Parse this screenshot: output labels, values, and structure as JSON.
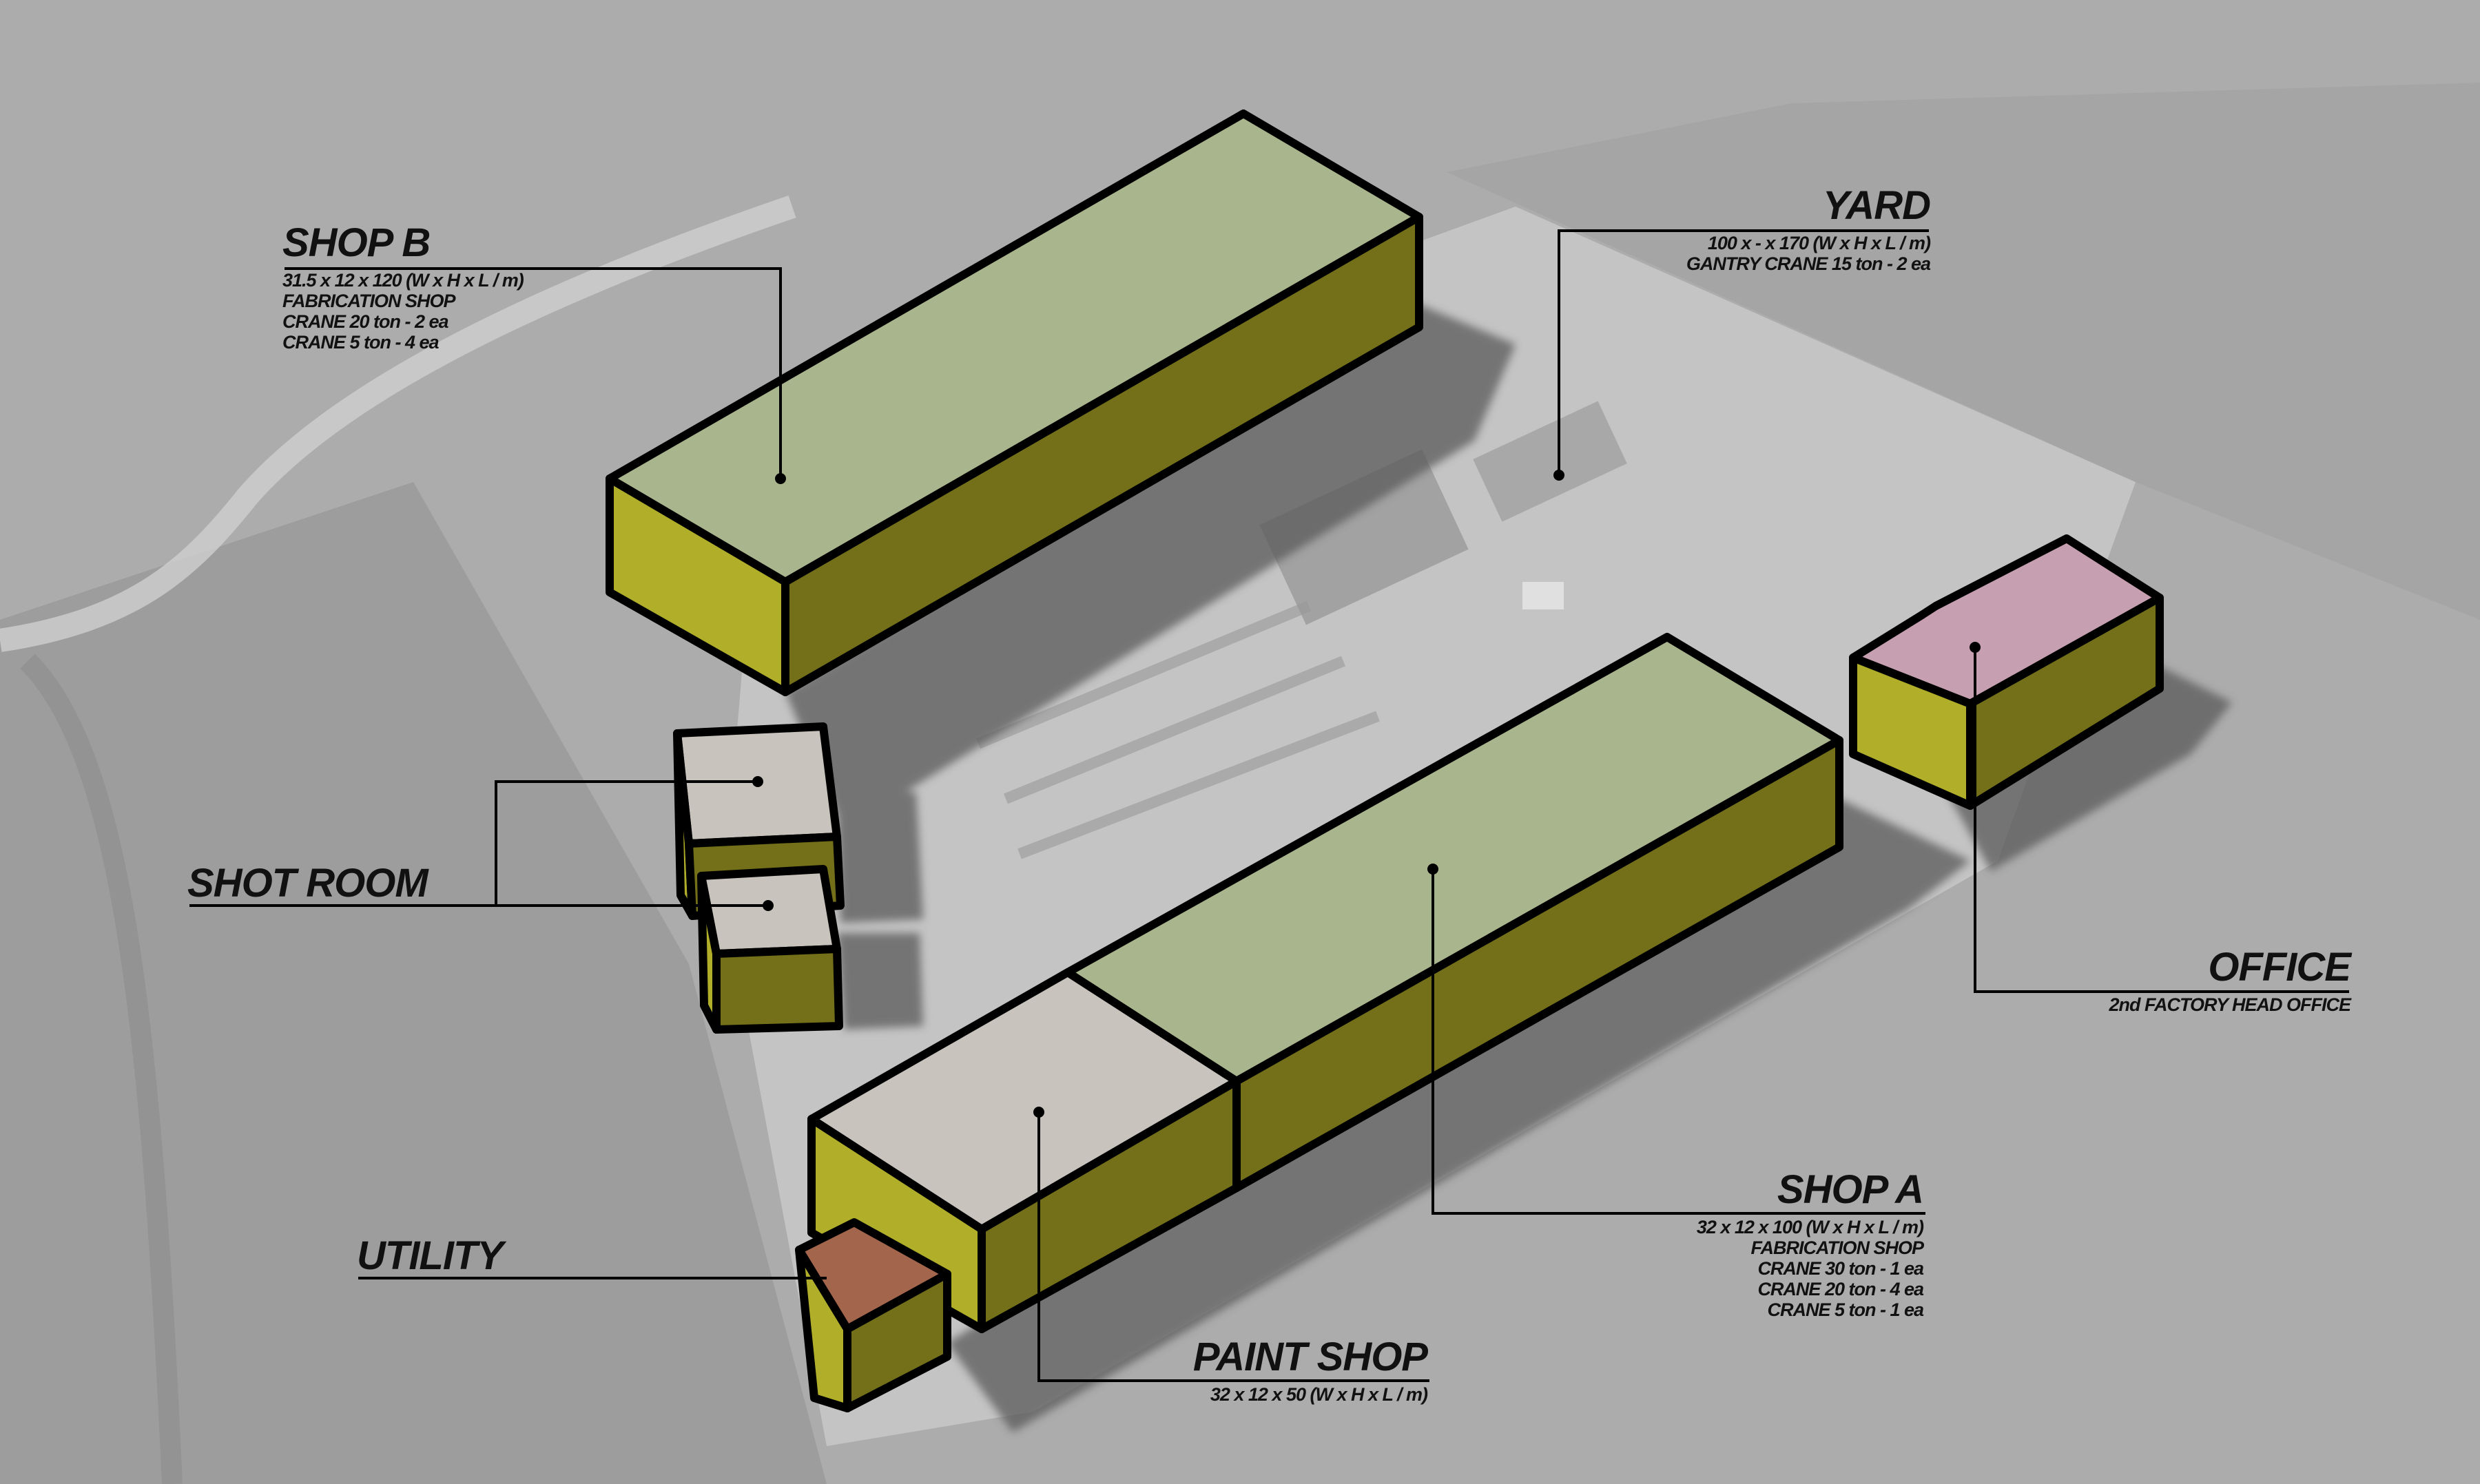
{
  "background": {
    "description_color": "#b3b3b3"
  },
  "colors": {
    "roof_green": "#a9b58d",
    "wall_olive_light": "#b1af29",
    "wall_olive_dark": "#737019",
    "roof_beige": "#c8c3bc",
    "roof_pink": "#c69fb0",
    "roof_brown": "#a3654c",
    "outline": "#000000"
  },
  "labels": {
    "shop_b": {
      "title": "SHOP B",
      "lines": [
        "31.5 x 12 x 120 (W x H x L / m)",
        "FABRICATION SHOP",
        "CRANE 20 ton - 2 ea",
        "CRANE 5 ton - 4 ea"
      ]
    },
    "yard": {
      "title": "YARD",
      "lines": [
        "100 x - x 170 (W x H x L / m)",
        "GANTRY CRANE 15 ton - 2 ea"
      ]
    },
    "shot_room": {
      "title": "SHOT ROOM"
    },
    "office": {
      "title": "OFFICE",
      "lines": [
        "2nd FACTORY HEAD OFFICE"
      ]
    },
    "shop_a": {
      "title": "SHOP A",
      "lines": [
        "32 x 12 x 100 (W x H x L / m)",
        "FABRICATION SHOP",
        "CRANE 30 ton - 1 ea",
        "CRANE 20 ton - 4 ea",
        "CRANE 5 ton - 1 ea"
      ]
    },
    "utility": {
      "title": "UTILITY"
    },
    "paint_shop": {
      "title": "PAINT SHOP",
      "lines": [
        "32 x 12 x 50 (W x H x L / m)"
      ]
    }
  }
}
